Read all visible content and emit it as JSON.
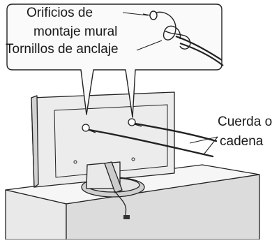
{
  "callout": {
    "holes_line1": "Orificios de",
    "holes_line2": "montaje mural",
    "screws": "Tornillos de anclaje"
  },
  "cord": {
    "line1": "Cuerda o",
    "line2": "cadena"
  },
  "colors": {
    "line": "#222222",
    "callout_fill": "#fafafa",
    "tv_back": "#ececec",
    "cabinet_top": "#f6f6f6",
    "cabinet_front": "#dcdcdc",
    "cabinet_side": "#ededed"
  }
}
